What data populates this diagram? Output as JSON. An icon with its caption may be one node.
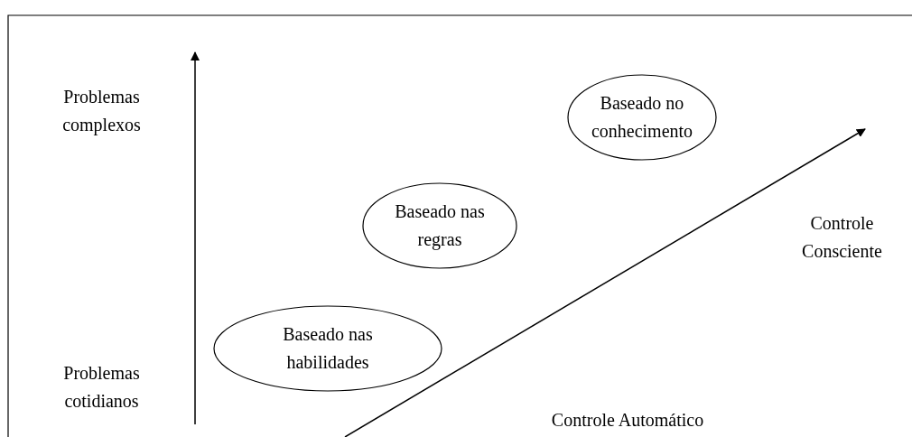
{
  "diagram": {
    "nodes": [
      {
        "text": [
          "Baseado no conhecimento"
        ]
      },
      {
        "text": [
          "Baseado nas regras"
        ]
      },
      {
        "text": [
          "Baseado nas habilidades"
        ]
      }
    ],
    "labels": [
      "Problemas complexos",
      "Controle Consciente",
      "Problemas cotidianos",
      "Controle Automático"
    ]
  }
}
